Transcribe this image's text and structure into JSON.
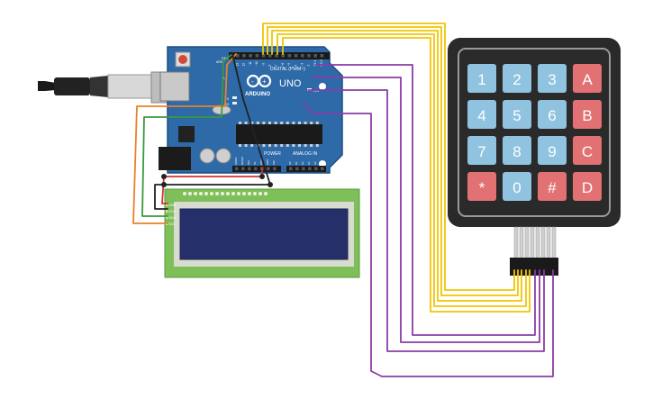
{
  "arduino": {
    "brand": "ARDUINO",
    "model": "UNO",
    "digital_label": "DIGITAL (PWM~)",
    "power_label": "POWER",
    "analog_label": "ANALOG IN",
    "aref": "AREF",
    "gnd": "GND",
    "on": "ON",
    "tx": "TX",
    "rx": "RX",
    "l": "L",
    "digital_pins": [
      "13",
      "12",
      "~11",
      "~10",
      "~9",
      "8",
      "7",
      "~6",
      "~5",
      "4",
      "~3",
      "2",
      "TX 1",
      "RX 0"
    ],
    "power_pins": [
      "IOREF",
      "RESET",
      "3V3",
      "5V",
      "GND",
      "GND",
      "VIN"
    ],
    "analog_pins": [
      "A0",
      "A1",
      "A2",
      "A3",
      "A4",
      "A5"
    ]
  },
  "lcd": {
    "pins": [
      "GND",
      "VCC",
      "SDA",
      "SCL"
    ]
  },
  "keypad": {
    "keys": [
      {
        "label": "1",
        "kind": "num"
      },
      {
        "label": "2",
        "kind": "num"
      },
      {
        "label": "3",
        "kind": "num"
      },
      {
        "label": "A",
        "kind": "letter"
      },
      {
        "label": "4",
        "kind": "num"
      },
      {
        "label": "5",
        "kind": "num"
      },
      {
        "label": "6",
        "kind": "num"
      },
      {
        "label": "B",
        "kind": "letter"
      },
      {
        "label": "7",
        "kind": "num"
      },
      {
        "label": "8",
        "kind": "num"
      },
      {
        "label": "9",
        "kind": "num"
      },
      {
        "label": "C",
        "kind": "letter"
      },
      {
        "label": "*",
        "kind": "symbol"
      },
      {
        "label": "0",
        "kind": "num"
      },
      {
        "label": "#",
        "kind": "symbol"
      },
      {
        "label": "D",
        "kind": "letter"
      }
    ]
  },
  "colors": {
    "board": "#2e6aa8",
    "keypad_body": "#2a2a2a",
    "key_blue": "#8fc3df",
    "key_red": "#e27174",
    "wire_yellow": "#f2c400",
    "wire_purple": "#8a3ca8",
    "wire_orange": "#e8822a",
    "wire_green": "#3a9a3a",
    "wire_red": "#d43030",
    "wire_black": "#222222",
    "lcd_pcb": "#7fbf5a",
    "lcd_screen": "#25306a"
  }
}
